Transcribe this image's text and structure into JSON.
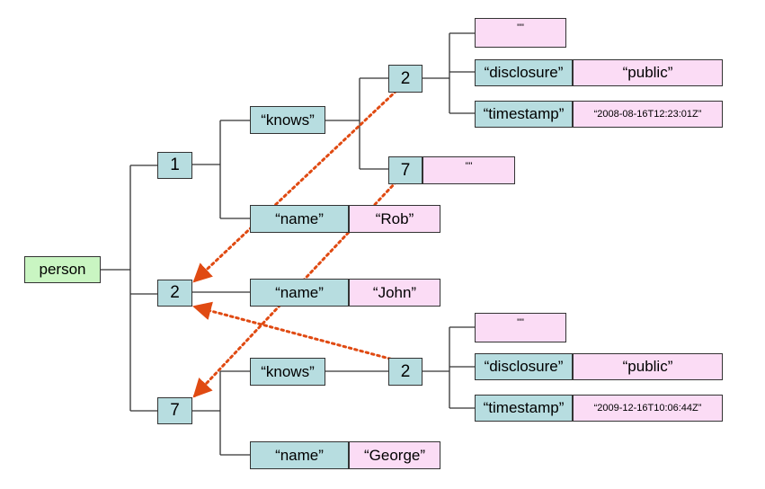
{
  "diagram": {
    "root": "person",
    "persons": [
      {
        "id": "1",
        "knows_key": "“knows”",
        "knows": [
          {
            "id": "2",
            "blank_value": "\"\"",
            "disclosure_key": "“disclosure”",
            "disclosure_value": "“public”",
            "timestamp_key": "“timestamp”",
            "timestamp_value": "“2008-08-16T12:23:01Z”"
          },
          {
            "id": "7",
            "blank_value": "\"\""
          }
        ],
        "name_key": "“name”",
        "name_value": "“Rob”"
      },
      {
        "id": "2",
        "name_key": "“name”",
        "name_value": "“John”"
      },
      {
        "id": "7",
        "knows_key": "“knows”",
        "knows": [
          {
            "id": "2",
            "blank_value": "\"\"",
            "disclosure_key": "“disclosure”",
            "disclosure_value": "“public”",
            "timestamp_key": "“timestamp”",
            "timestamp_value": "“2009-12-16T10:06:44Z”"
          }
        ],
        "name_key": "“name”",
        "name_value": "“George”"
      }
    ],
    "colors": {
      "root_fill": "#c9f5c2",
      "id_fill": "#b7dde0",
      "value_fill": "#fbdcf5",
      "reference_arrow": "#e04a12",
      "line": "#333333"
    }
  }
}
